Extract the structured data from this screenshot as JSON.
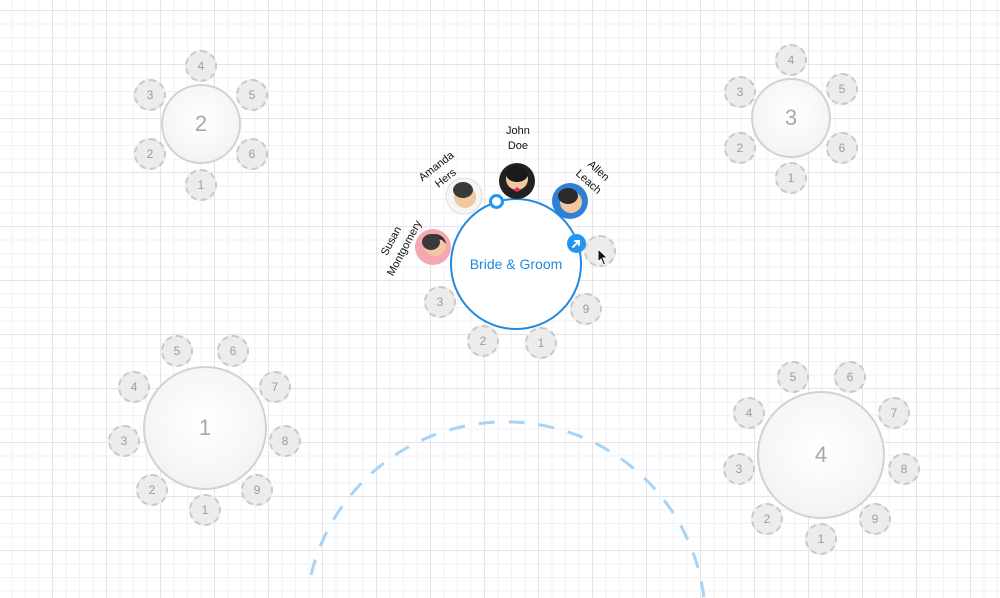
{
  "main_table": {
    "label": "Bride & Groom"
  },
  "tables": [
    {
      "number": "1",
      "seats": [
        "1",
        "2",
        "3",
        "4",
        "5",
        "6",
        "7",
        "8",
        "9"
      ]
    },
    {
      "number": "2",
      "seats": [
        "1",
        "2",
        "3",
        "4",
        "5",
        "6"
      ]
    },
    {
      "number": "3",
      "seats": [
        "1",
        "2",
        "3",
        "4",
        "5",
        "6"
      ]
    },
    {
      "number": "4",
      "seats": [
        "1",
        "2",
        "3",
        "4",
        "5",
        "6",
        "7",
        "8",
        "9"
      ]
    }
  ],
  "main_empty_seats": [
    "1",
    "2",
    "3",
    "9"
  ],
  "guests": [
    {
      "name_line1": "Susan",
      "name_line2": "Montgomery",
      "shirt": "pink"
    },
    {
      "name_line1": "Amanda",
      "name_line2": "Hers",
      "shirt": "white"
    },
    {
      "name_line1": "John",
      "name_line2": "Doe",
      "shirt": "black"
    },
    {
      "name_line1": "Allen",
      "name_line2": "Leach",
      "shirt": "blue"
    }
  ],
  "colors": {
    "accent": "#2196f3",
    "main_table_border": "#1f8ae0",
    "seat_fill": "#ececec",
    "arc": "#a9d3f5"
  },
  "icons": [
    "rotate-handle-icon",
    "arrow-right-icon",
    "mouse-cursor-icon"
  ]
}
